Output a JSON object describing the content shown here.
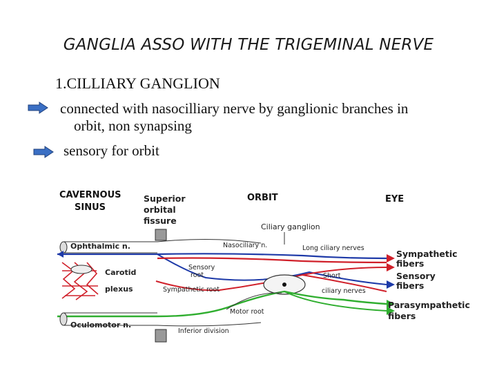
{
  "slide": {
    "title": "GANGLIA ASSO WITH THE TRIGEMINAL NERVE",
    "subheading": "1.CILLIARY GANGLION",
    "bullets": [
      {
        "line1": "connected with nasocilliary nerve by ganglionic branches in",
        "line2": "orbit, non synapsing"
      },
      {
        "line1": "sensory for orbit"
      }
    ]
  },
  "diagram": {
    "regions": {
      "cavernous_1": "CAVERNOUS",
      "cavernous_2": "SINUS",
      "orbit": "ORBIT",
      "eye": "EYE"
    },
    "labels": {
      "sof_1": "Superior",
      "sof_2": "orbital",
      "sof_3": "fissure",
      "ciliary_ganglion": "Ciliary ganglion",
      "ophthalmic": "Ophthalmic n.",
      "nasociliary": "Nasociliary n.",
      "long_ciliary": "Long ciliary nerves",
      "carotid": "Carotid",
      "plexus": "plexus",
      "sensory_root_1": "Sensory",
      "sensory_root_2": "root",
      "sympathetic_root": "Sympathetic root",
      "short": "Short",
      "ciliary_nerves": "ciliary nerves",
      "motor_root": "Motor root",
      "oculomotor": "Oculomotor n.",
      "inferior_division": "Inferior division"
    },
    "fibers": {
      "sympathetic_1": "Sympathetic",
      "sympathetic_2": "fibers",
      "sensory_1": "Sensory",
      "sensory_2": "fibers",
      "parasympathetic_1": "Parasympathetic",
      "parasympathetic_2": "fibers"
    },
    "colors": {
      "sympathetic": "#d0202a",
      "sensory": "#1e3aa8",
      "parasympathetic": "#2fae2f",
      "arrow_fill": "#3a6fc4"
    }
  }
}
